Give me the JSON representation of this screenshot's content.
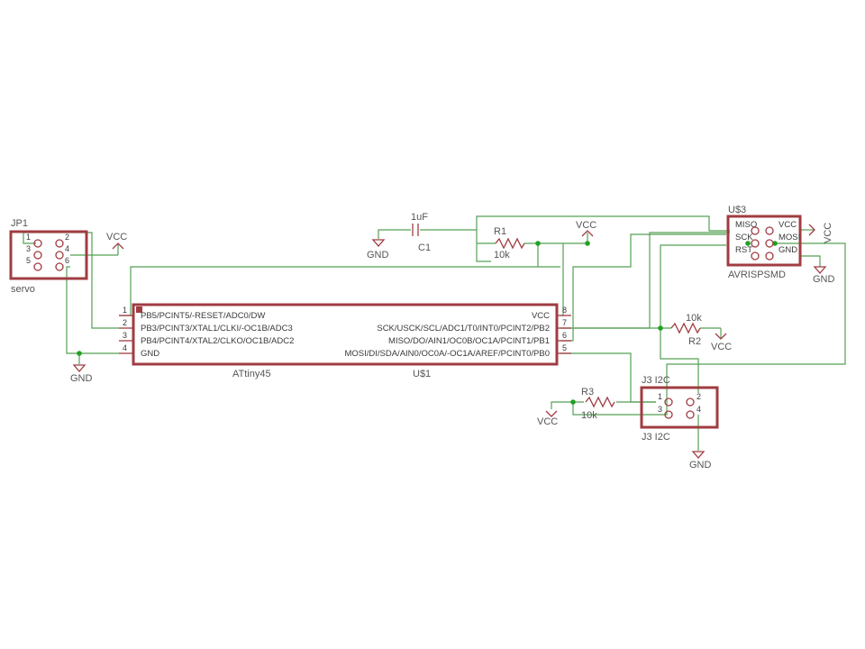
{
  "colors": {
    "part": "#a03c42",
    "wire": "#55a055",
    "text": "#555555",
    "junction": "#22a022"
  },
  "jp1": {
    "name": "JP1",
    "value": "servo",
    "pins": [
      "1",
      "2",
      "3",
      "4",
      "5",
      "6"
    ]
  },
  "u1": {
    "name": "U$1",
    "value": "ATtiny45",
    "left_pins": [
      {
        "num": "1",
        "label": "PB5/PCINT5/-RESET/ADC0/DW"
      },
      {
        "num": "2",
        "label": "PB3/PCINT3/XTAL1/CLKI/-OC1B/ADC3"
      },
      {
        "num": "3",
        "label": "PB4/PCINT4/XTAL2/CLKO/OC1B/ADC2"
      },
      {
        "num": "4",
        "label": "GND"
      }
    ],
    "right_pins": [
      {
        "num": "8",
        "label": "VCC"
      },
      {
        "num": "7",
        "label": "SCK/USCK/SCL/ADC1/T0/INT0/PCINT2/PB2"
      },
      {
        "num": "6",
        "label": "MISO/DO/AIN1/OC0B/OC1A/PCINT1/PB1"
      },
      {
        "num": "5",
        "label": "MOSI/DI/SDA/AIN0/OC0A/-OC1A/AREF/PCINT0/PB0"
      }
    ]
  },
  "c1": {
    "name": "C1",
    "value": "1uF"
  },
  "r1": {
    "name": "R1",
    "value": "10k"
  },
  "r2": {
    "name": "R2",
    "value": "10k"
  },
  "r3": {
    "name": "R3",
    "value": "10k"
  },
  "u3": {
    "name": "U$3",
    "value": "AVRISPSMD",
    "left_labels": [
      "MISO",
      "SCK",
      "RST"
    ],
    "right_labels": [
      "VCC",
      "MOSI",
      "GND"
    ]
  },
  "j3": {
    "name": "J3 I2C",
    "name_bottom": "J3 I2C",
    "pins": [
      "1",
      "2",
      "3",
      "4"
    ]
  },
  "power": {
    "vcc": "VCC",
    "gnd": "GND"
  }
}
